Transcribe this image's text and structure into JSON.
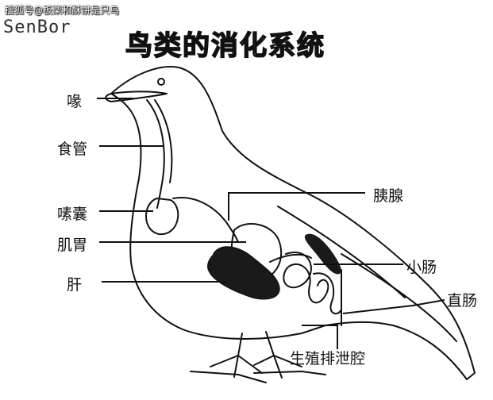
{
  "watermark": "搜狐号@板栗和酥饼是只鸟",
  "brand": "SenBor",
  "title": "鸟类的消化系统",
  "labels": {
    "beak": "喙",
    "esophagus": "食管",
    "crop": "嗉囊",
    "gizzard": "肌胃",
    "liver": "肝",
    "pancreas": "胰腺",
    "small_intestine": "小肠",
    "rectum": "直肠",
    "cloaca": "生殖排泄腔"
  },
  "colors": {
    "ink": "#111111",
    "liver": "#1a1a1a",
    "background": "#ffffff"
  }
}
